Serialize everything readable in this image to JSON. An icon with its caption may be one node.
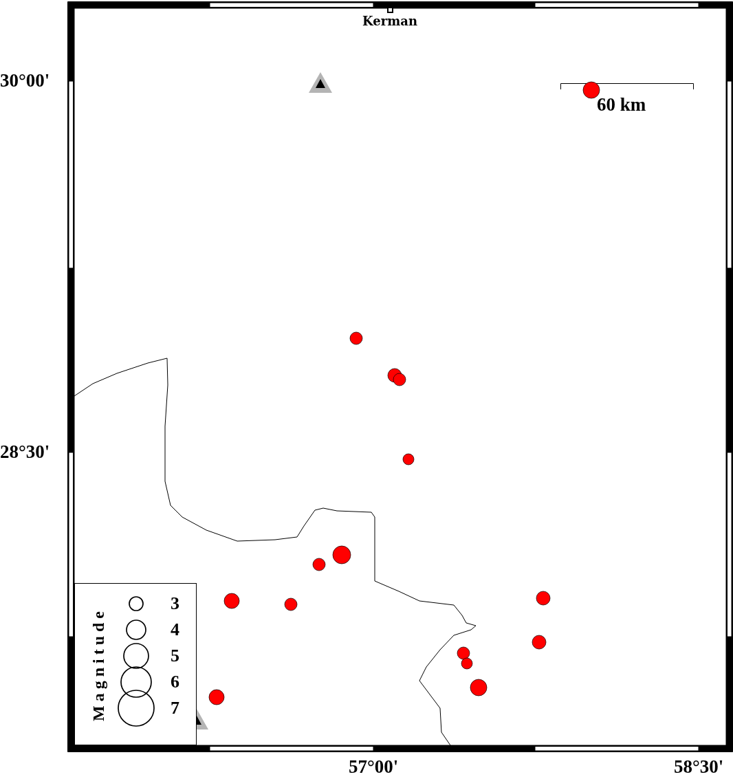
{
  "diagram": {
    "labels": [
      "Kerman",
      "30°00'",
      "60 km",
      "28°30'",
      "57°00'",
      "58°30'",
      "Magnitude"
    ],
    "legend": [
      {
        "text": "3"
      },
      {
        "text": "4"
      },
      {
        "text": "5"
      },
      {
        "text": "6"
      },
      {
        "text": "7"
      }
    ]
  }
}
